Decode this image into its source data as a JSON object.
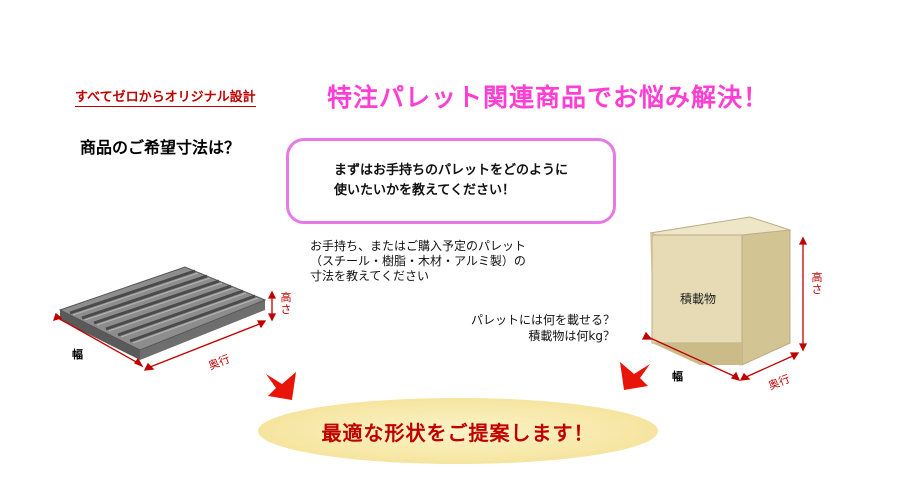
{
  "header": {
    "tagline": "すべてゼロからオリジナル設計",
    "headline": "特注パレット関連商品でお悩み解決！"
  },
  "question": "商品のご希望寸法は？",
  "bubble": {
    "line1": "まずはお手持ちのパレットをどのように",
    "line2": "使いたいかを教えてください！"
  },
  "note_pallet": {
    "line1": "お手持ち、またはご購入予定のパレット",
    "line2": "（スチール・樹脂・木材・アルミ製）の",
    "line3": "寸法を教えてください"
  },
  "note_load": {
    "line1": "パレットには何を載せる？",
    "line2": "積載物は何kg？"
  },
  "pallet_dims": {
    "width": "幅",
    "depth": "奥行",
    "height": "高さ"
  },
  "cargo": {
    "label": "積載物",
    "width": "幅",
    "depth": "奥行",
    "height": "高さ"
  },
  "proposal": "最適な形状をご提案します！",
  "colors": {
    "accent_red": "#c00000",
    "headline_pink": "#ff3fd4",
    "bubble_border": "#e679e6",
    "ellipse_fill": "#f7e7a6",
    "arrow_red": "#e8140a"
  },
  "icons": [
    "pallet-illustration",
    "cargo-box-illustration",
    "down-arrow-icon"
  ]
}
